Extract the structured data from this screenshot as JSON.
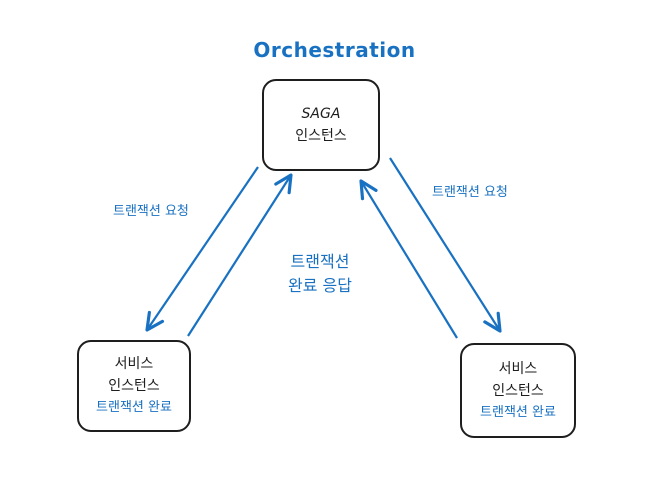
{
  "title": "Orchestration",
  "saga": {
    "line1": "SAGA",
    "line2": "인스턴스"
  },
  "service_left": {
    "line1": "서비스",
    "line2": "인스턴스",
    "status": "트랜잭션 완료"
  },
  "service_right": {
    "line1": "서비스",
    "line2": "인스턴스",
    "status": "트랜잭션 완료"
  },
  "labels": {
    "request_left": "트랜잭션 요청",
    "request_right": "트랜잭션 요청",
    "response_line1": "트랜잭션",
    "response_line2": "완료 응답"
  },
  "colors": {
    "accent": "#1971c2",
    "stroke": "#1e1e1e"
  }
}
